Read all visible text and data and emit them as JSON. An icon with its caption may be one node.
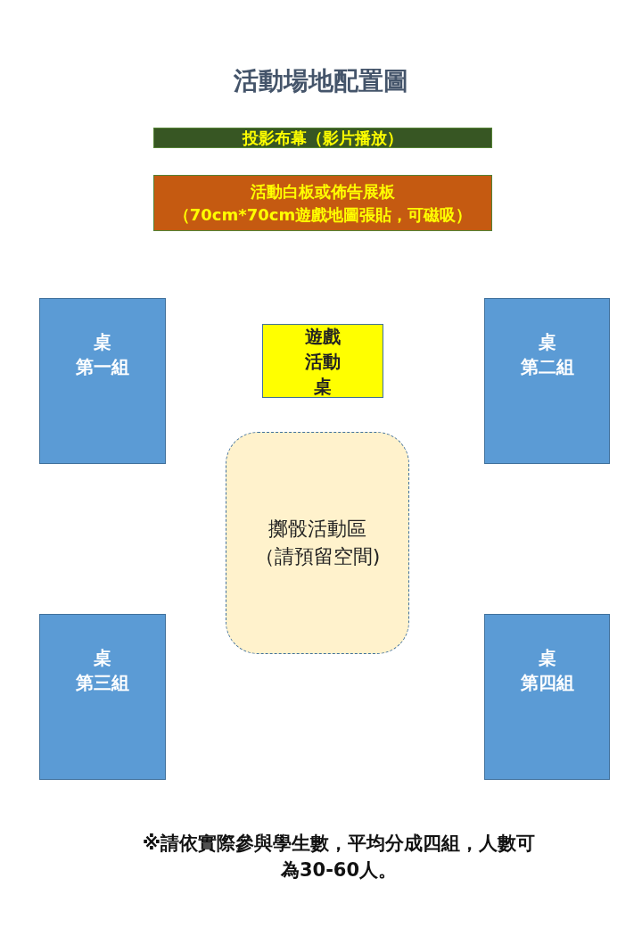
{
  "diagram": {
    "title": "活動場地配置圖",
    "nodes": [
      {
        "text": [
          "投影布幕（影片播放）"
        ]
      },
      {
        "text": [
          "活動白板或佈告展板",
          "（70cm*70cm遊戲地圖張貼，可磁吸）"
        ]
      },
      {
        "text": [
          "桌",
          "第一組"
        ]
      },
      {
        "text": [
          "遊戲活動桌"
        ]
      },
      {
        "text": [
          "桌",
          "第二組"
        ]
      },
      {
        "text": [
          "擲骰活動區",
          "（請預留空間)"
        ]
      },
      {
        "text": [
          "桌",
          "第三組"
        ]
      },
      {
        "text": [
          "桌",
          "第四組"
        ]
      }
    ],
    "labels": [
      "※請依實際參與學生數，平均分成四組，人數可為30-60人。"
    ]
  }
}
